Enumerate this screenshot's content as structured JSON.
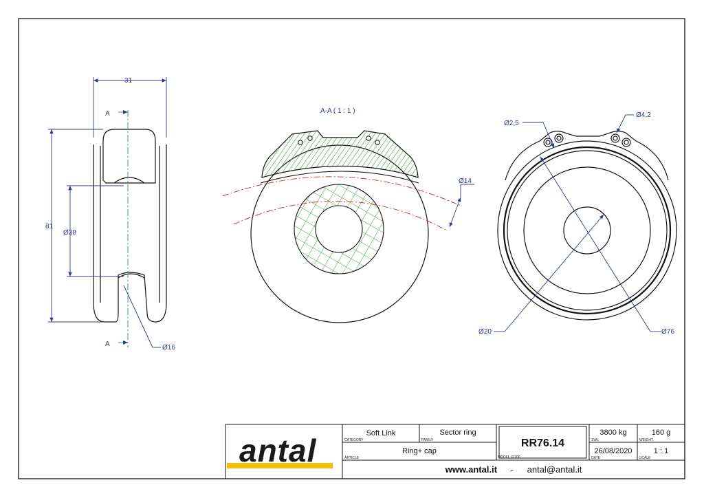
{
  "views": {
    "side": {
      "dim_width": "31",
      "dim_height": "81",
      "dim_groove": "Ø38",
      "dim_pin": "Ø16",
      "section_mark_top": "A",
      "section_mark_bottom": "A"
    },
    "section": {
      "title": "A-A ( 1 : 1 )",
      "dim_core": "Ø14"
    },
    "front": {
      "dim_hole_small": "Ø2,5",
      "dim_hole_large": "Ø4,2",
      "dim_bore": "Ø20",
      "dim_outer": "Ø76"
    }
  },
  "title_block": {
    "logo": "antal",
    "category_value": "Soft Link",
    "category_label": "CATEGORY",
    "family_value": "Sector ring",
    "family_label": "FAMILY",
    "article_value": "Ring+ cap",
    "article_label": "ARTICLE",
    "model_code_value": "RR76.14",
    "model_code_label": "MODEL CODE",
    "swl_value": "3800 kg",
    "swl_label": "SWL",
    "weight_value": "160 g",
    "weight_label": "WEIGHT",
    "date_value": "26/08/2020",
    "date_label": "DATE",
    "scale_value": "1 : 1",
    "scale_label": "SCALE",
    "website": "www.antal.it",
    "separator": "-",
    "email": "antal@antal.it"
  },
  "colors": {
    "line": "#111111",
    "dimension": "#2b3a8c",
    "centerline": "#2e9e7a",
    "section_line": "#d23b3b",
    "hatch": "#3f9a3f",
    "logo_bar": "#f2c000"
  }
}
